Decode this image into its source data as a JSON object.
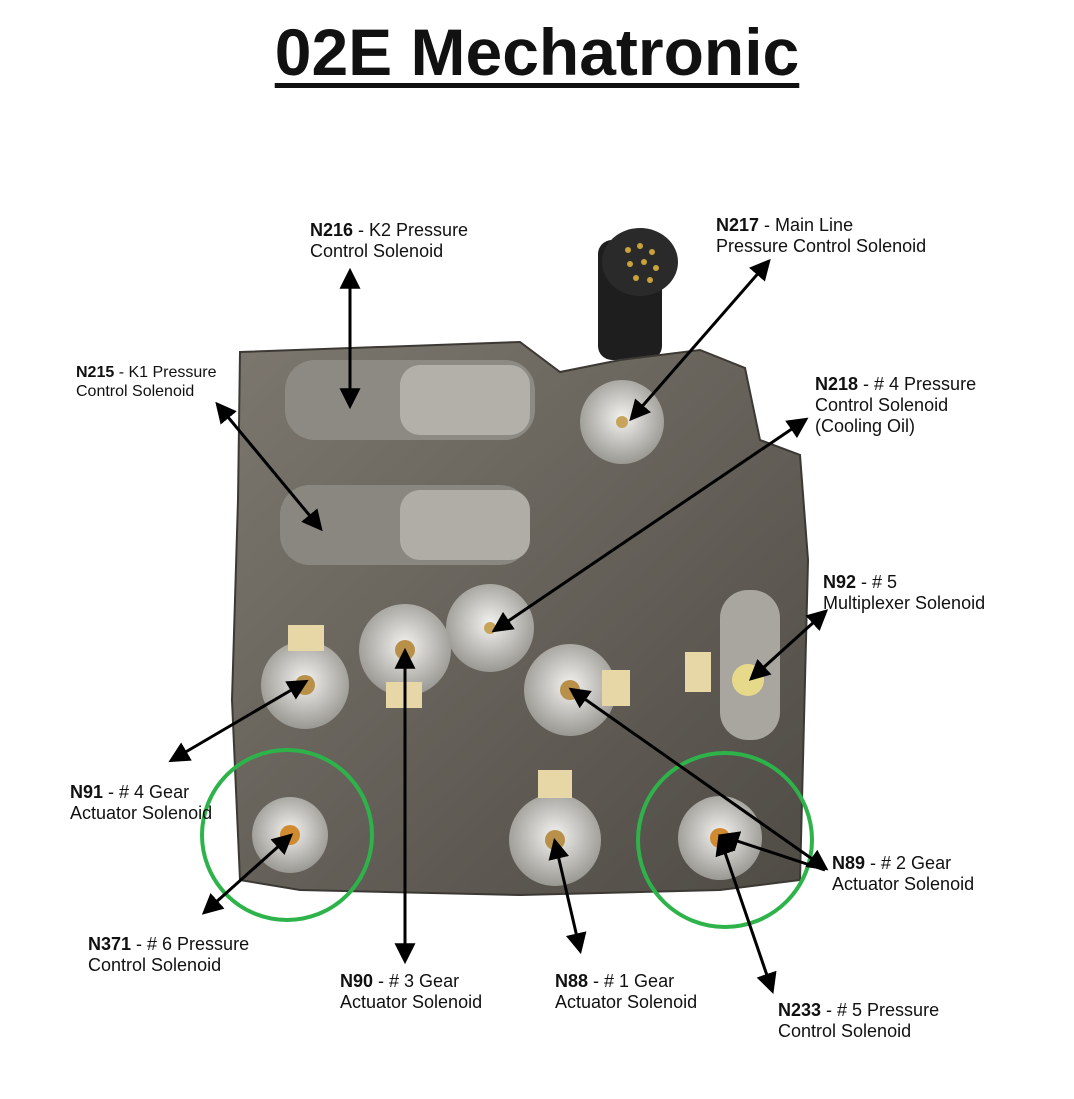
{
  "title": "02E Mechatronic",
  "labels": [
    {
      "code": "N216",
      "line1": " - K2 Pressure",
      "line2": "Control Solenoid"
    },
    {
      "code": "N217",
      "line1": " - Main Line",
      "line2": "Pressure Control Solenoid"
    },
    {
      "code": "N215",
      "line1": " - K1 Pressure",
      "line2": "Control Solenoid"
    },
    {
      "code": "N218",
      "line1": " - # 4 Pressure",
      "line2": "Control Solenoid",
      "line3": "(Cooling Oil)"
    },
    {
      "code": "N92",
      "line1": " - # 5",
      "line2": "Multiplexer Solenoid"
    },
    {
      "code": "N91",
      "line1": " - # 4 Gear",
      "line2": "Actuator Solenoid"
    },
    {
      "code": "N89",
      "line1": " - # 2 Gear",
      "line2": "Actuator Solenoid"
    },
    {
      "code": "N371",
      "line1": " - # 6 Pressure",
      "line2": "Control Solenoid"
    },
    {
      "code": "N90",
      "line1": " - # 3 Gear",
      "line2": "Actuator Solenoid"
    },
    {
      "code": "N88",
      "line1": " - # 1 Gear",
      "line2": "Actuator Solenoid"
    },
    {
      "code": "N233",
      "line1": " - # 5 Pressure",
      "line2": "Control Solenoid"
    }
  ],
  "colors": {
    "highlight_circle": "#2db34a",
    "arrow": "#000000",
    "housing": "#6b665e"
  }
}
